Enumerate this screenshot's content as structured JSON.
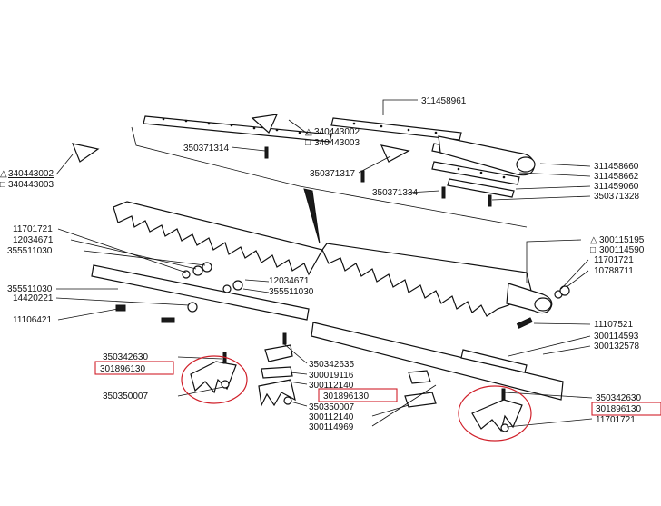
{
  "diagram": {
    "part_numbers": {
      "p311458961": "311458961",
      "p340443002": "340443002",
      "p340443003": "340443003",
      "p350371314": "350371314",
      "p311458660": "311458660",
      "p311458662": "311458662",
      "p350371317": "350371317",
      "p311459060": "311459060",
      "p350371334": "350371334",
      "p350371328": "350371328",
      "p11701721": "11701721",
      "p12034671": "12034671",
      "p355511030": "355511030",
      "p14420221": "14420221",
      "p11106421": "11106421",
      "p300115195": "300115195",
      "p300114590": "300114590",
      "p10788711": "10788711",
      "p11107521": "11107521",
      "p300114593": "300114593",
      "p300132578": "300132578",
      "p350342630": "350342630",
      "p301896130": "301896130",
      "p350350007": "350350007",
      "p350342635": "350342635",
      "p300019116": "300019116",
      "p300112140": "300112140",
      "p300114969": "300114969"
    },
    "highlight_color": "#d0202a"
  }
}
